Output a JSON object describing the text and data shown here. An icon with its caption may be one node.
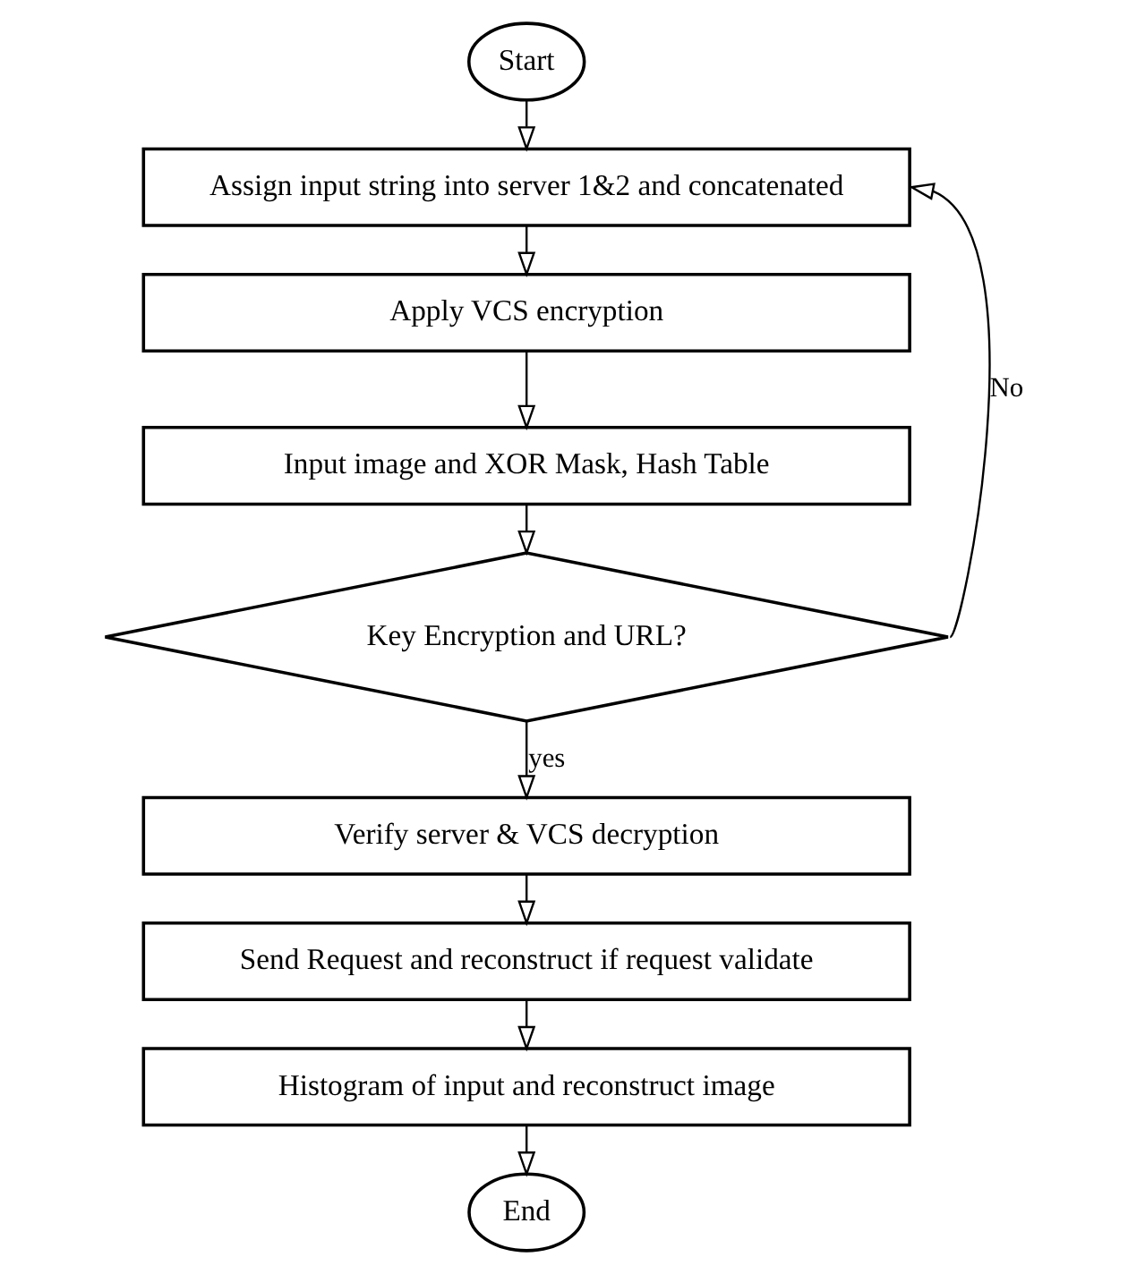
{
  "diagram": {
    "nodes": [
      {
        "text": [
          "Start"
        ]
      },
      {
        "text": [
          "Assign input string into server 1&2 and concatenated"
        ]
      },
      {
        "text": [
          "Apply VCS encryption"
        ]
      },
      {
        "text": [
          "Input image and XOR Mask, Hash Table"
        ]
      },
      {
        "text": [
          "Key Encryption and URL?"
        ]
      },
      {
        "text": [
          "Verify server & VCS decryption"
        ]
      },
      {
        "text": [
          "Send Request and reconstruct if request validate"
        ]
      },
      {
        "text": [
          "Histogram of input and reconstruct image"
        ]
      },
      {
        "text": [
          "End"
        ]
      }
    ],
    "edges": [
      {
        "from": 0,
        "to": 1,
        "arrow": "to"
      },
      {
        "from": 1,
        "to": 2,
        "arrow": "to"
      },
      {
        "from": 2,
        "to": 3,
        "arrow": "to"
      },
      {
        "from": 3,
        "to": 4,
        "arrow": "to"
      },
      {
        "from": 4,
        "to": 1,
        "arrow": "to",
        "label": "No"
      },
      {
        "from": 4,
        "to": 5,
        "arrow": "to",
        "label": "yes"
      },
      {
        "from": 5,
        "to": 6,
        "arrow": "to"
      },
      {
        "from": 6,
        "to": 7,
        "arrow": "to"
      },
      {
        "from": 7,
        "to": 8,
        "arrow": "to"
      }
    ]
  }
}
